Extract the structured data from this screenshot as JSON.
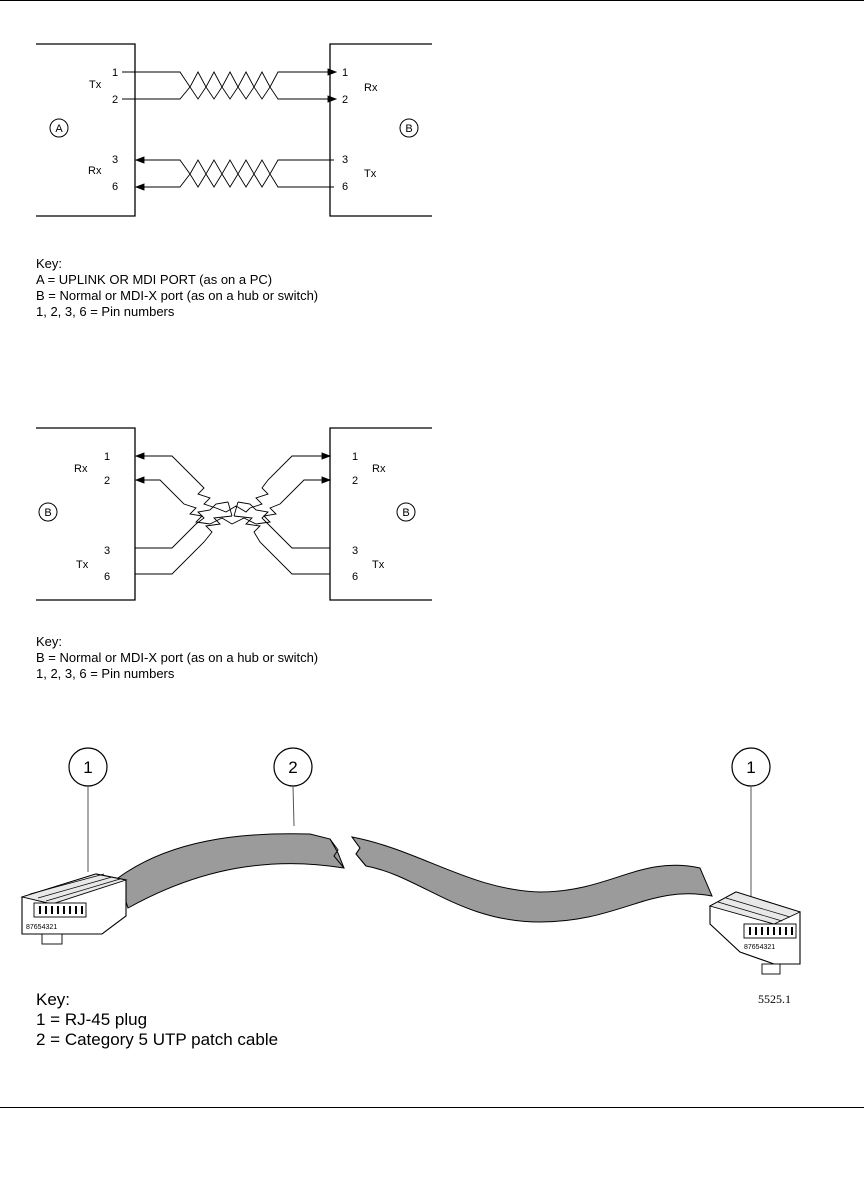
{
  "diagram1": {
    "left_label": "A",
    "right_label": "B",
    "left_pin_labels": [
      "1",
      "2",
      "3",
      "6"
    ],
    "right_pin_labels": [
      "1",
      "2",
      "3",
      "6"
    ],
    "left_group_top": "Tx",
    "left_group_bottom": "Rx",
    "right_group_top": "Rx",
    "right_group_bottom": "Tx",
    "key_title": "Key:",
    "key_lines": [
      "A = UPLINK OR MDI PORT (as on a PC)",
      "B = Normal or MDI-X port (as on a hub or switch)",
      "1, 2, 3, 6 = Pin numbers"
    ]
  },
  "diagram2": {
    "left_label": "B",
    "right_label": "B",
    "left_pin_labels": [
      "1",
      "2",
      "3",
      "6"
    ],
    "right_pin_labels": [
      "1",
      "2",
      "3",
      "6"
    ],
    "left_group_top": "Rx",
    "left_group_bottom": "Tx",
    "right_group_top": "Rx",
    "right_group_bottom": "Tx",
    "key_title": "Key:",
    "key_lines": [
      "B = Normal or MDI-X port (as on a hub or switch)",
      "1, 2, 3, 6 = Pin numbers"
    ]
  },
  "diagram3": {
    "callout_left": "1",
    "callout_middle": "2",
    "callout_right": "1",
    "plug_left_pins": "87654321",
    "plug_right_pins": "87654321",
    "figure_code": "5525.1",
    "key_title": "Key:",
    "key_lines": [
      "1 = RJ-45 plug",
      "2 = Category 5 UTP patch cable"
    ]
  }
}
